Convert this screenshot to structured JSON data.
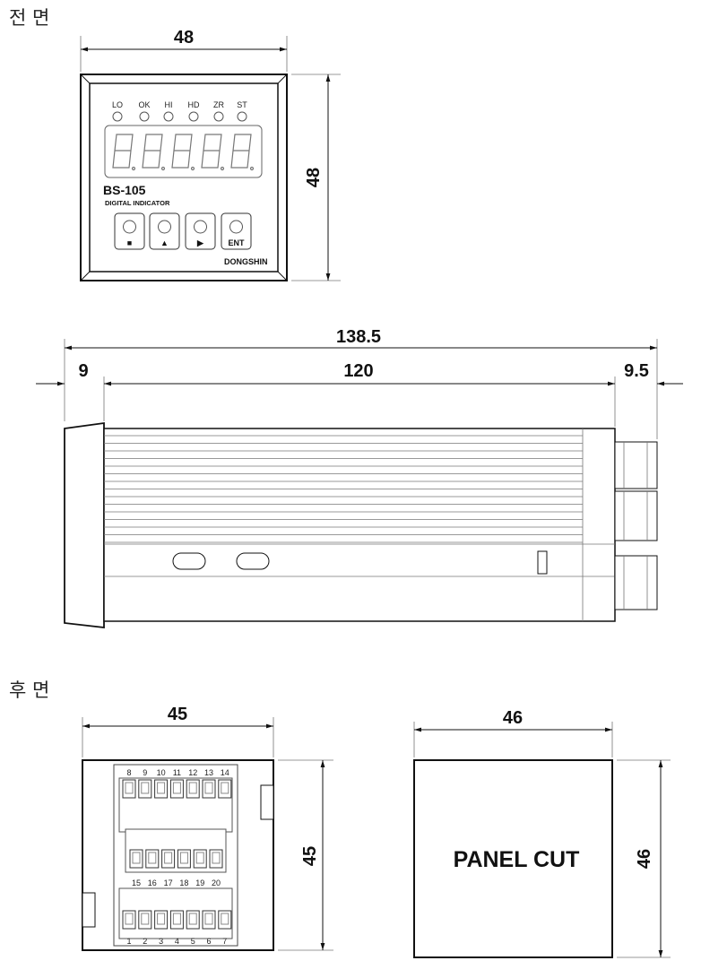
{
  "sections": {
    "front": "전 면",
    "rear": "후 면"
  },
  "front_view": {
    "width_dim": "48",
    "height_dim": "48",
    "leds": [
      "LO",
      "OK",
      "HI",
      "HD",
      "ZR",
      "ST"
    ],
    "digit_count": 5,
    "model": "BS-105",
    "subtitle": "DIGITAL INDICATOR",
    "buttons": [
      "■",
      "▲",
      "▶",
      "ENT"
    ],
    "logo": "DONGSHIN"
  },
  "side_view": {
    "total_dim": "138.5",
    "front_dim": "9",
    "body_dim": "120",
    "rear_dim": "9.5"
  },
  "rear_view": {
    "width_dim": "45",
    "height_dim": "45",
    "terminals_top": [
      "8",
      "9",
      "10",
      "11",
      "12",
      "13",
      "14"
    ],
    "terminals_mid": [
      "15",
      "16",
      "17",
      "18",
      "19",
      "20"
    ],
    "terminals_bottom": [
      "1",
      "2",
      "3",
      "4",
      "5",
      "6",
      "7"
    ]
  },
  "panel_cut": {
    "label": "PANEL CUT",
    "width_dim": "46",
    "height_dim": "46"
  }
}
